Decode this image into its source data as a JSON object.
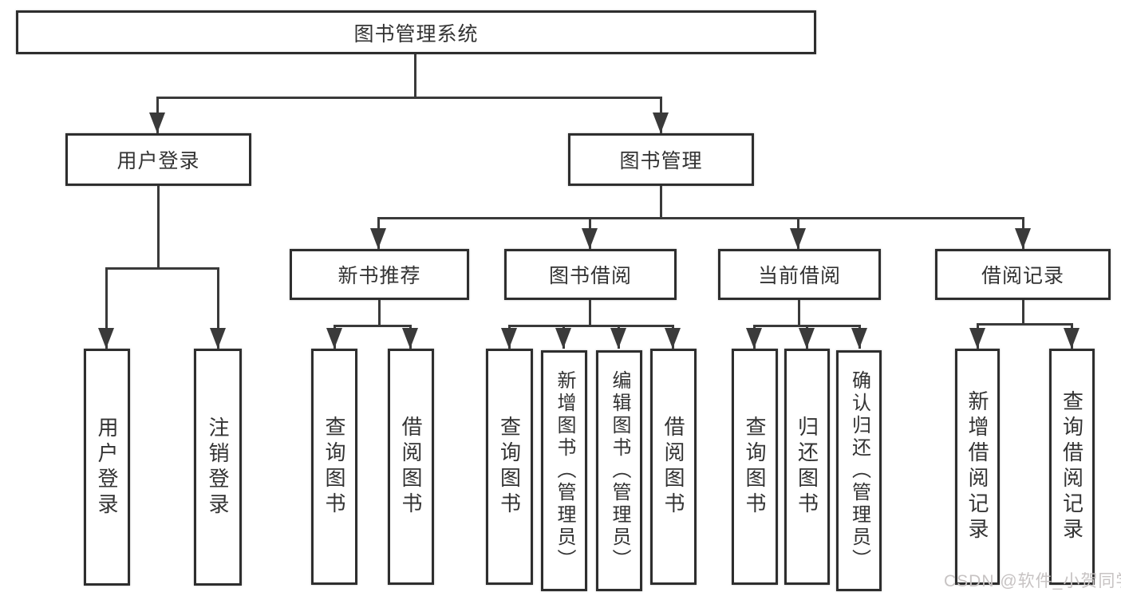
{
  "tree": {
    "root": {
      "label": "图书管理系统",
      "children": [
        {
          "label": "用户登录",
          "children": [
            {
              "label": "用户登录"
            },
            {
              "label": "注销登录"
            }
          ]
        },
        {
          "label": "图书管理",
          "children": [
            {
              "label": "新书推荐",
              "children": [
                {
                  "label": "查询图书"
                },
                {
                  "label": "借阅图书"
                }
              ]
            },
            {
              "label": "图书借阅",
              "children": [
                {
                  "label": "查询图书"
                },
                {
                  "label": "新增图书（管理员）"
                },
                {
                  "label": "编辑图书（管理员）"
                },
                {
                  "label": "借阅图书"
                }
              ]
            },
            {
              "label": "当前借阅",
              "children": [
                {
                  "label": "查询图书"
                },
                {
                  "label": "归还图书"
                },
                {
                  "label": "确认归还（管理员）"
                }
              ]
            },
            {
              "label": "借阅记录",
              "children": [
                {
                  "label": "新增借阅记录"
                },
                {
                  "label": "查询借阅记录"
                }
              ]
            }
          ]
        }
      ]
    }
  },
  "watermark": "CSDN @软件_小贺同学",
  "colors": {
    "line": "#3a3a3a",
    "border": "#2e2e2e",
    "text": "#333333",
    "watermark": "#c7c3c3",
    "background": "#ffffff"
  }
}
